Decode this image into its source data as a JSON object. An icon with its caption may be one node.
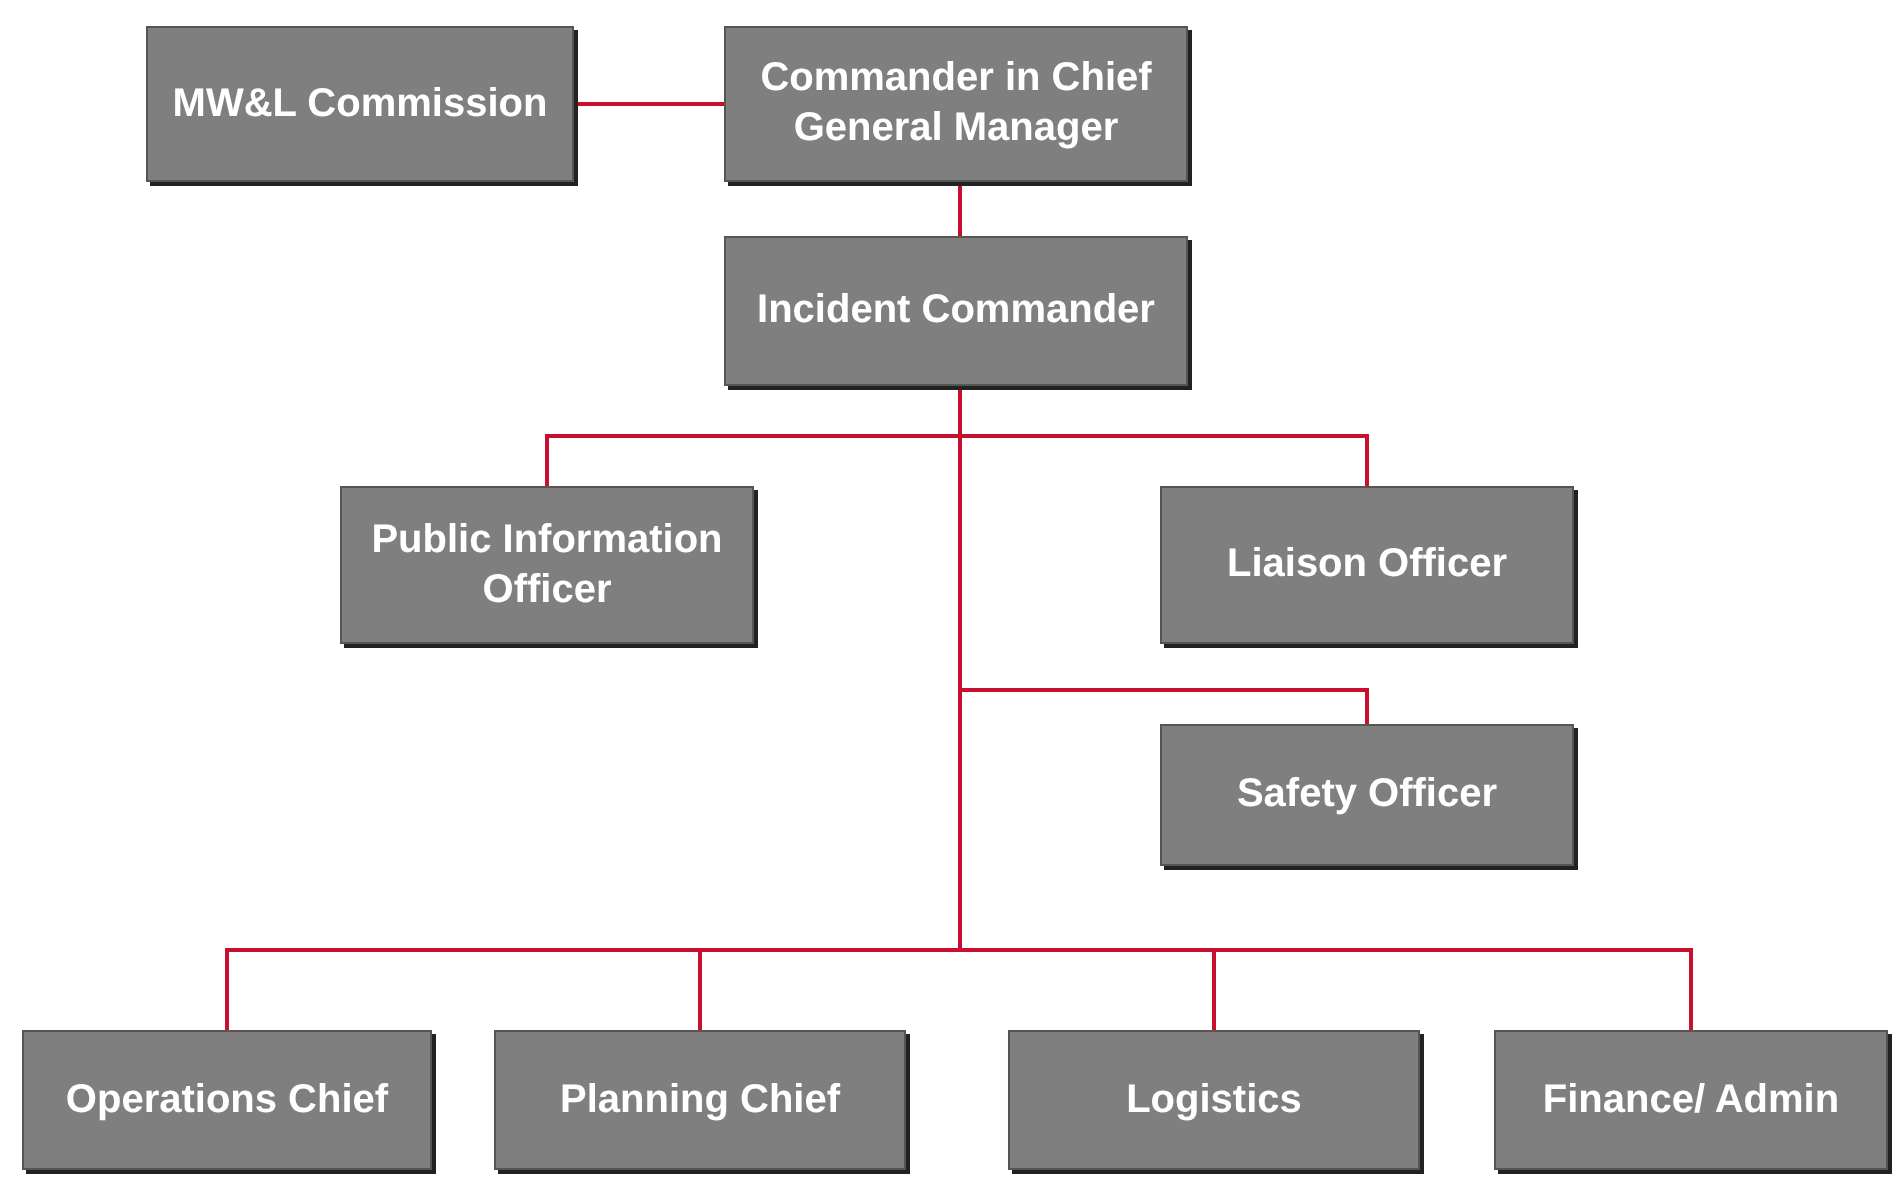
{
  "diagram": {
    "nodes": [
      {
        "text": [
          "MW&L Commission"
        ]
      },
      {
        "text": [
          "Commander in Chief General Manager"
        ]
      },
      {
        "text": [
          "Incident Commander"
        ]
      },
      {
        "text": [
          "Public Information Officer"
        ]
      },
      {
        "text": [
          "Liaison Officer"
        ]
      },
      {
        "text": [
          "Safety Officer"
        ]
      },
      {
        "text": [
          "Operations Chief"
        ]
      },
      {
        "text": [
          "Planning Chief"
        ]
      },
      {
        "text": [
          "Logistics"
        ]
      },
      {
        "text": [
          "Finance/ Admin"
        ]
      }
    ],
    "edges": [
      {
        "from": 0,
        "to": 1,
        "arrow": "none"
      },
      {
        "from": 1,
        "to": 2,
        "arrow": "none"
      },
      {
        "from": 2,
        "to": 3,
        "arrow": "none"
      },
      {
        "from": 2,
        "to": 4,
        "arrow": "none"
      },
      {
        "from": 2,
        "to": 5,
        "arrow": "none"
      },
      {
        "from": 2,
        "to": 6,
        "arrow": "none"
      },
      {
        "from": 2,
        "to": 7,
        "arrow": "none"
      },
      {
        "from": 2,
        "to": 8,
        "arrow": "none"
      },
      {
        "from": 2,
        "to": 9,
        "arrow": "none"
      }
    ]
  }
}
